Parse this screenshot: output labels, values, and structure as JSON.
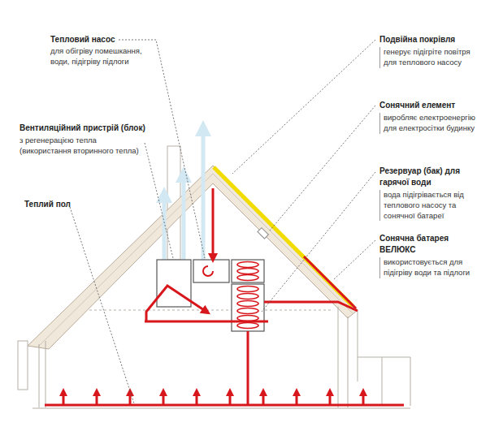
{
  "diagram": {
    "labels": [
      "Тепловий насос",
      "для обігріву помешкання, води, підігріву підлоги",
      "Подвійна покрівля",
      "генерує підігріте повітря для теплового насосу",
      "Сонячний елемент",
      "виробляє електроенергію для електросітки будинку",
      "Вентиляційний пристрій (блок)",
      "з регенерацією тепла (використання вторинного тепла)",
      "Резервуар (бак) для гарячої води",
      "вода підігрівається від теплового насосу та сонячної батареї",
      "Теплий пол",
      "Сонячна батарея ВЕЛЮКС",
      "використовується для підігріву води та підлоги"
    ]
  }
}
